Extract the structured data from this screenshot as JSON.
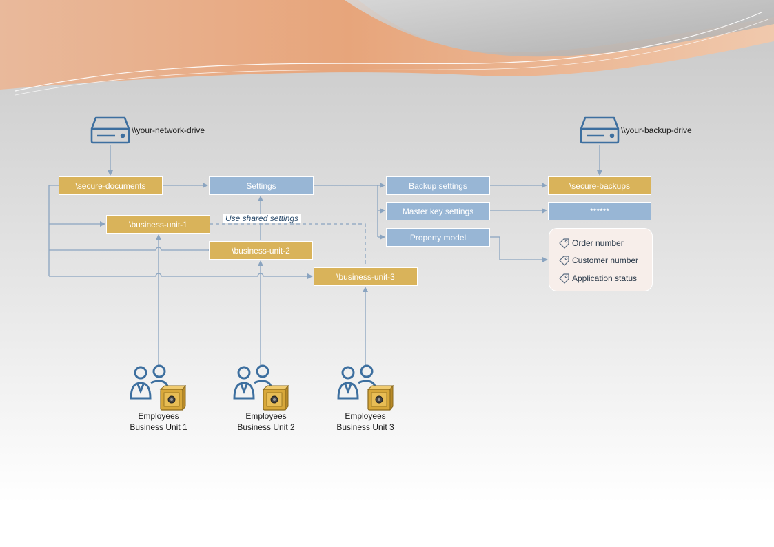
{
  "colors": {
    "accent_gold": "#d9b35a",
    "accent_blue": "#98b6d5",
    "connector": "#8aa4c0",
    "icon_stroke": "#3d6f9f",
    "header_orange": "#eab492"
  },
  "drives": {
    "network": "\\\\your-network-drive",
    "backup": "\\\\your-backup-drive"
  },
  "boxes": {
    "secure_documents": "\\secure-documents",
    "settings": "Settings",
    "backup_settings": "Backup settings",
    "master_key_settings": "Master key settings",
    "property_model": "Property model",
    "secure_backups": "\\secure-backups",
    "masked_key": "******",
    "business_unit_1": "\\business-unit-1",
    "business_unit_2": "\\business-unit-2",
    "business_unit_3": "\\business-unit-3"
  },
  "shared_settings_label": "Use shared settings",
  "properties": [
    "Order number",
    "Customer number",
    "Application status"
  ],
  "employees": [
    {
      "line1": "Employees",
      "line2": "Business Unit 1"
    },
    {
      "line1": "Employees",
      "line2": "Business Unit 2"
    },
    {
      "line1": "Employees",
      "line2": "Business Unit 3"
    }
  ],
  "icons": {
    "drive": "server-drive-icon",
    "people": "people-icon",
    "safe": "safe-icon",
    "tag": "tag-icon"
  }
}
